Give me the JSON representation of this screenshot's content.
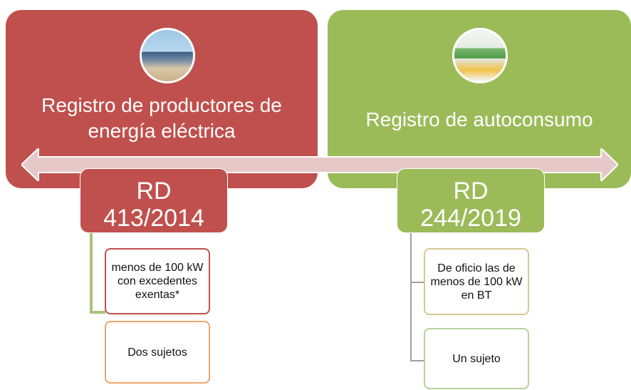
{
  "left": {
    "title": "Registro de productores de energía eléctrica",
    "decree": [
      "RD",
      "413/2014"
    ],
    "items": [
      "menos de 100 kW con excedentes exentas*",
      "Dos sujetos"
    ],
    "color": "#c0504d"
  },
  "right": {
    "title": "Registro de autoconsumo",
    "decree": [
      "RD",
      "244/2019"
    ],
    "items": [
      "De oficio las de menos de 100 kW en BT",
      "Un sujeto"
    ],
    "color": "#9bbb59"
  },
  "arrow_color": "#e5c8c7"
}
